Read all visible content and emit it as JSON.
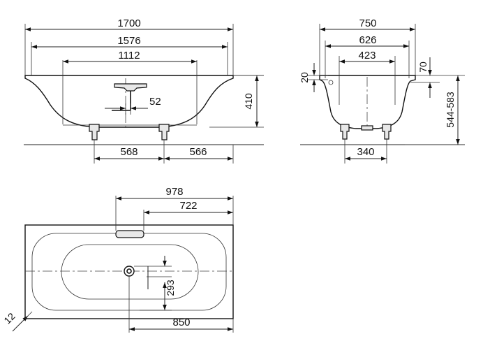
{
  "side_view": {
    "dims": {
      "overall_length": "1700",
      "inner_length": "1576",
      "bottom_length": "1112",
      "drain_offset": "52",
      "height": "410",
      "foot_left": "568",
      "foot_right": "566"
    }
  },
  "end_view": {
    "dims": {
      "overall_width": "750",
      "inner_width": "626",
      "bottom_width": "423",
      "rim_left": "20",
      "rim_right": "70",
      "height_range": "544-583",
      "foot_spacing": "340"
    }
  },
  "plan_view": {
    "dims": {
      "overflow_position": "978",
      "overflow_inner": "722",
      "drain_offset": "293",
      "drain_position": "850",
      "rim_width": "12"
    }
  }
}
